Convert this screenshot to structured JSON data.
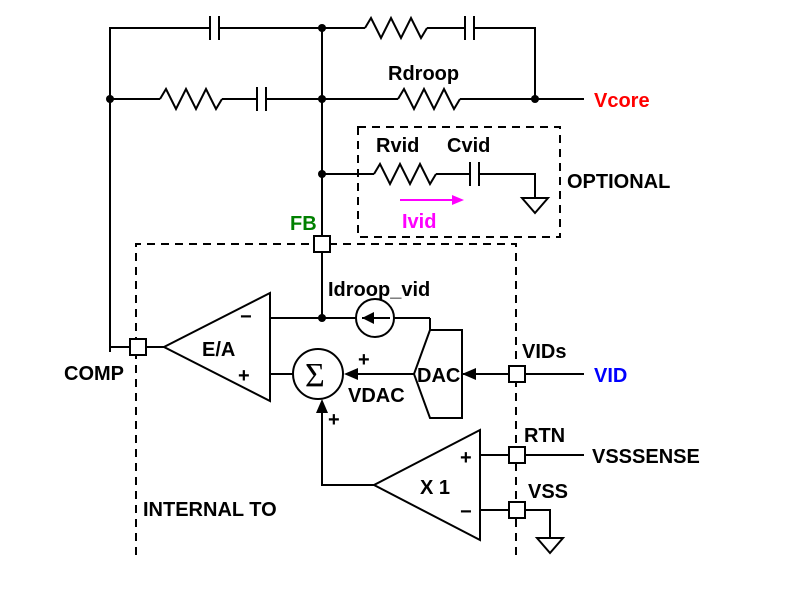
{
  "labels": {
    "rdroop": "Rdroop",
    "vcore": "Vcore",
    "rvid": "Rvid",
    "cvid": "Cvid",
    "optional": "OPTIONAL",
    "ivid": "Ivid",
    "fb": "FB",
    "idroop_vid": "Idroop_vid",
    "comp": "COMP",
    "ea": "E/A",
    "minus_ea": "−",
    "plus_ea": "+",
    "sigma": "Σ",
    "plus_sum_top": "+",
    "plus_sum_bottom": "+",
    "vdac": "VDAC",
    "dac": "DAC",
    "vids": "VIDs",
    "vid": "VID",
    "rtn": "RTN",
    "vsssense": "VSSSENSE",
    "vss": "VSS",
    "x1": "X 1",
    "plus_x1": "+",
    "minus_x1": "−",
    "internal_to": "INTERNAL TO"
  },
  "colors": {
    "vcore": "#ff0000",
    "vid": "#0000ff",
    "fb": "#008000",
    "ivid": "#ff00ff",
    "wire": "#000000"
  }
}
